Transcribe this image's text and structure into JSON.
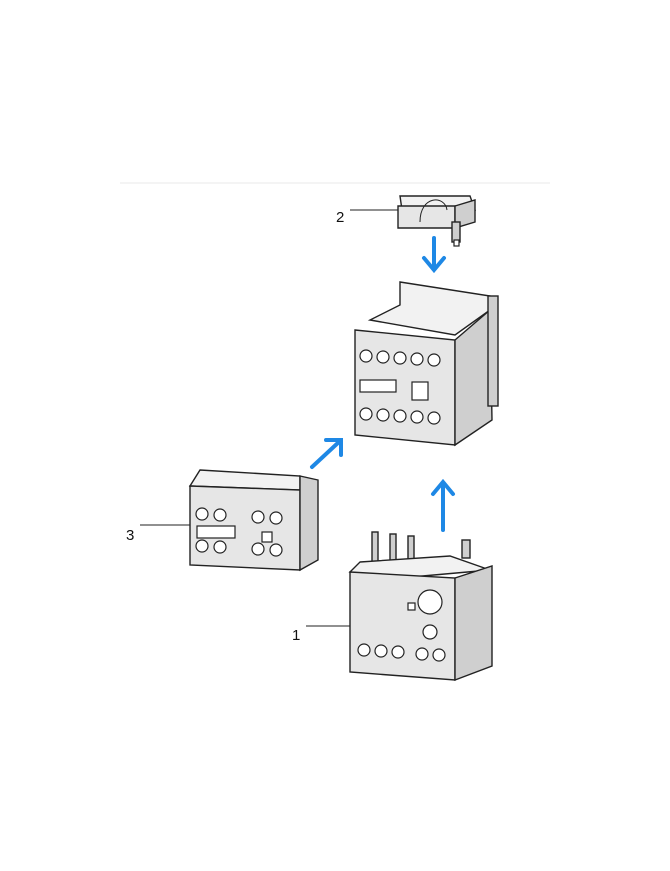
{
  "labels": {
    "overload_relay": "1",
    "suppressor": "2",
    "aux_contact": "3"
  },
  "colors": {
    "arrow": "#1e88e5",
    "divider": "#e6e6e6",
    "part_fill": "#e6e6e6"
  }
}
